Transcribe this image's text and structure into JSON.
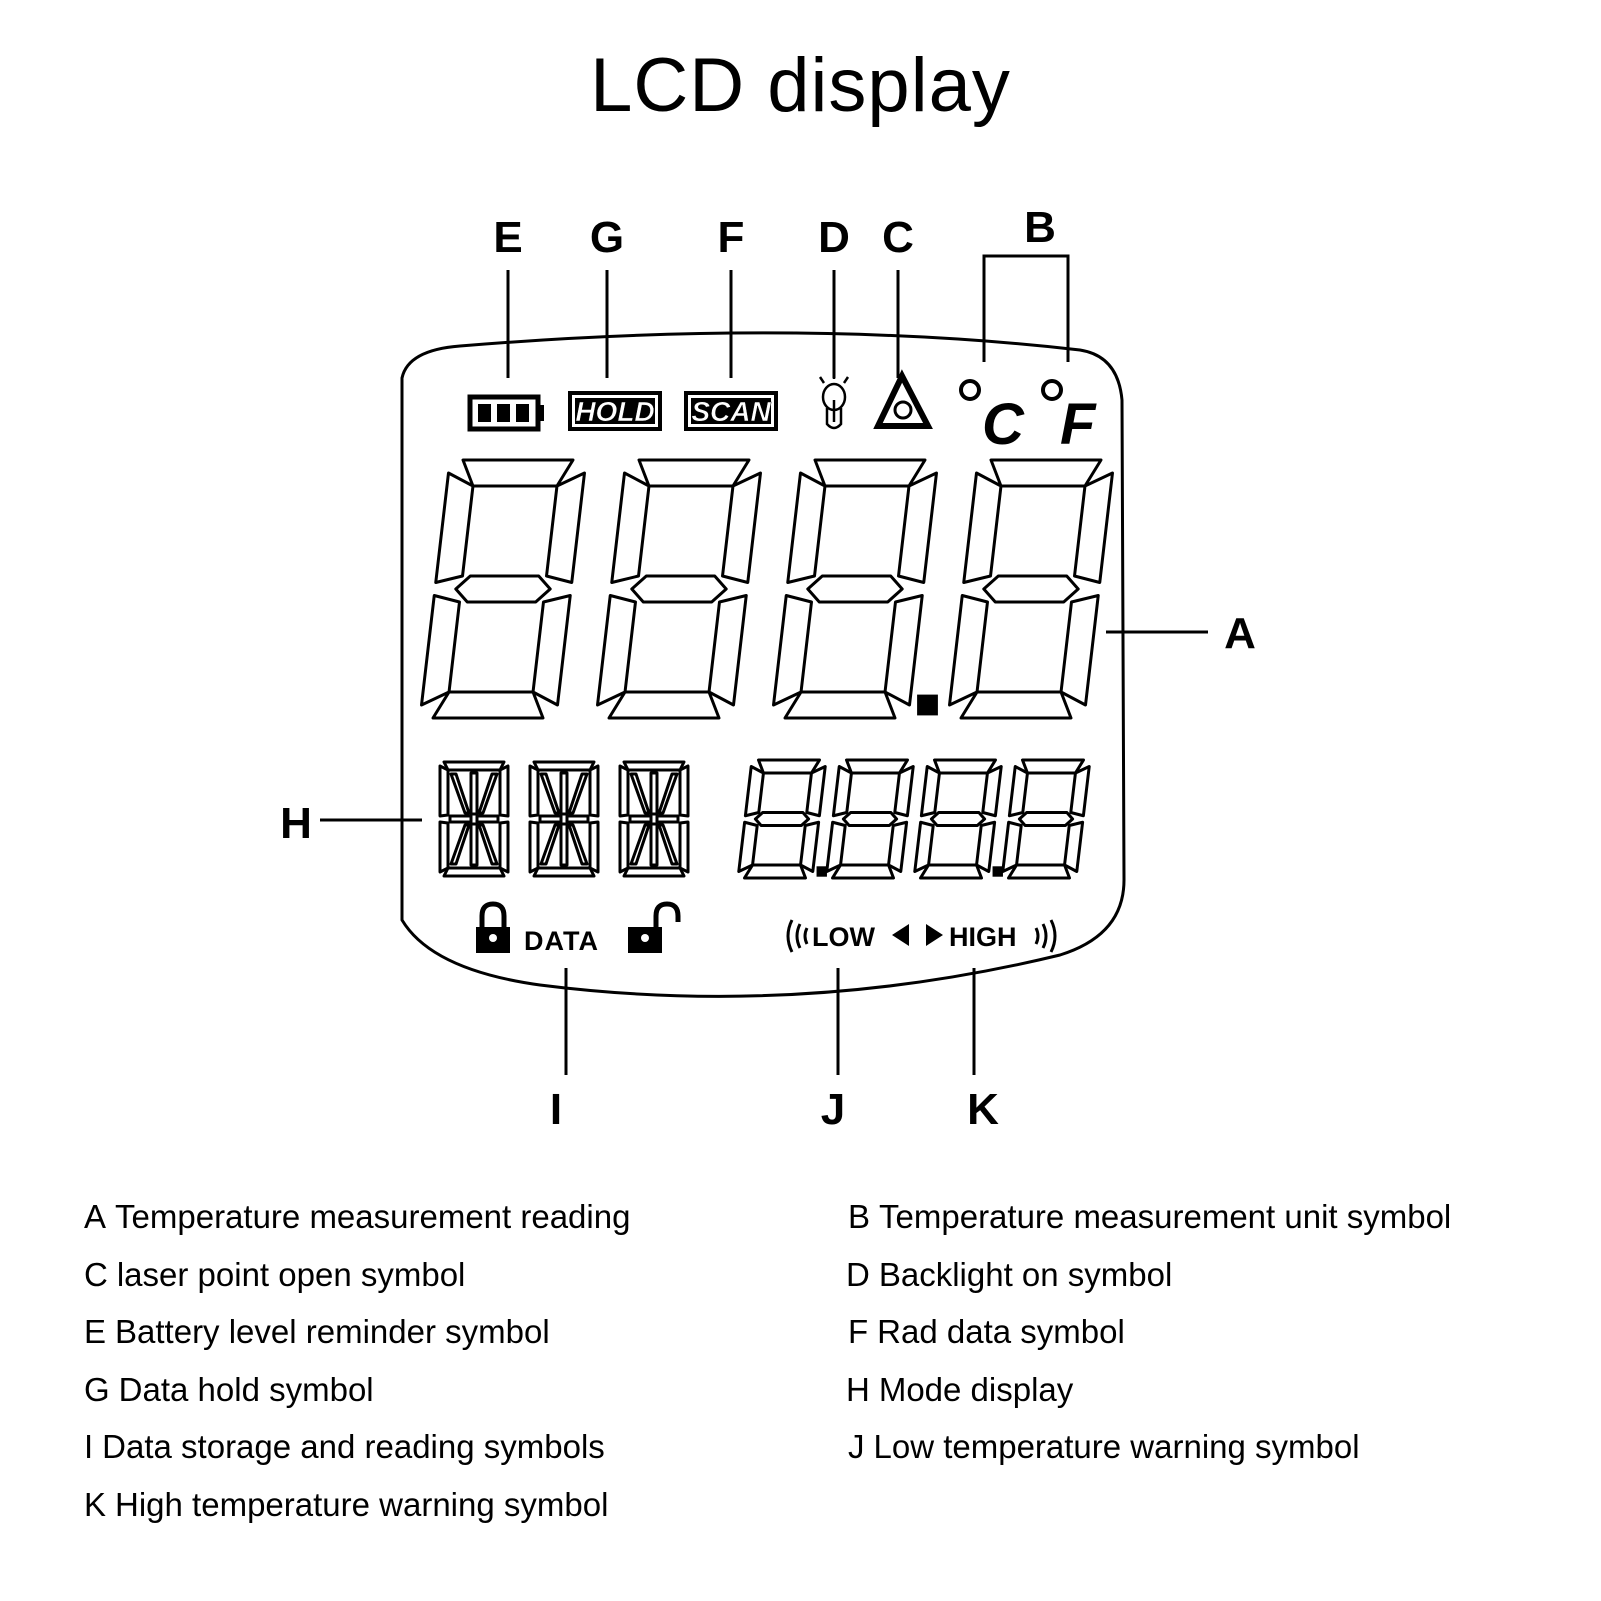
{
  "title": "LCD display",
  "callouts": {
    "E": "E",
    "G": "G",
    "F": "F",
    "D": "D",
    "C": "C",
    "B": "B",
    "A": "A",
    "H": "H",
    "I": "I",
    "J": "J",
    "K": "K"
  },
  "lcd": {
    "hold_label": "HOLD",
    "scan_label": "SCAN",
    "unit_celsius": "°C",
    "unit_fahrenheit": "°F",
    "data_label": "DATA",
    "low_label": "LOW",
    "high_label": "HIGH"
  },
  "legend": [
    {
      "key": "A",
      "text": "Temperature measurement reading"
    },
    {
      "key": "B",
      "text": "Temperature measurement unit symbol"
    },
    {
      "key": "C",
      "text": "laser point open symbol"
    },
    {
      "key": "D",
      "text": "Backlight on symbol"
    },
    {
      "key": "E",
      "text": "Battery level reminder symbol"
    },
    {
      "key": "F",
      "text": "Rad data symbol"
    },
    {
      "key": "G",
      "text": "Data hold symbol"
    },
    {
      "key": "H",
      "text": "Mode display"
    },
    {
      "key": "I",
      "text": "Data storage and reading symbols"
    },
    {
      "key": "J",
      "text": "Low temperature warning symbol"
    },
    {
      "key": "K",
      "text": "High temperature warning symbol"
    }
  ]
}
